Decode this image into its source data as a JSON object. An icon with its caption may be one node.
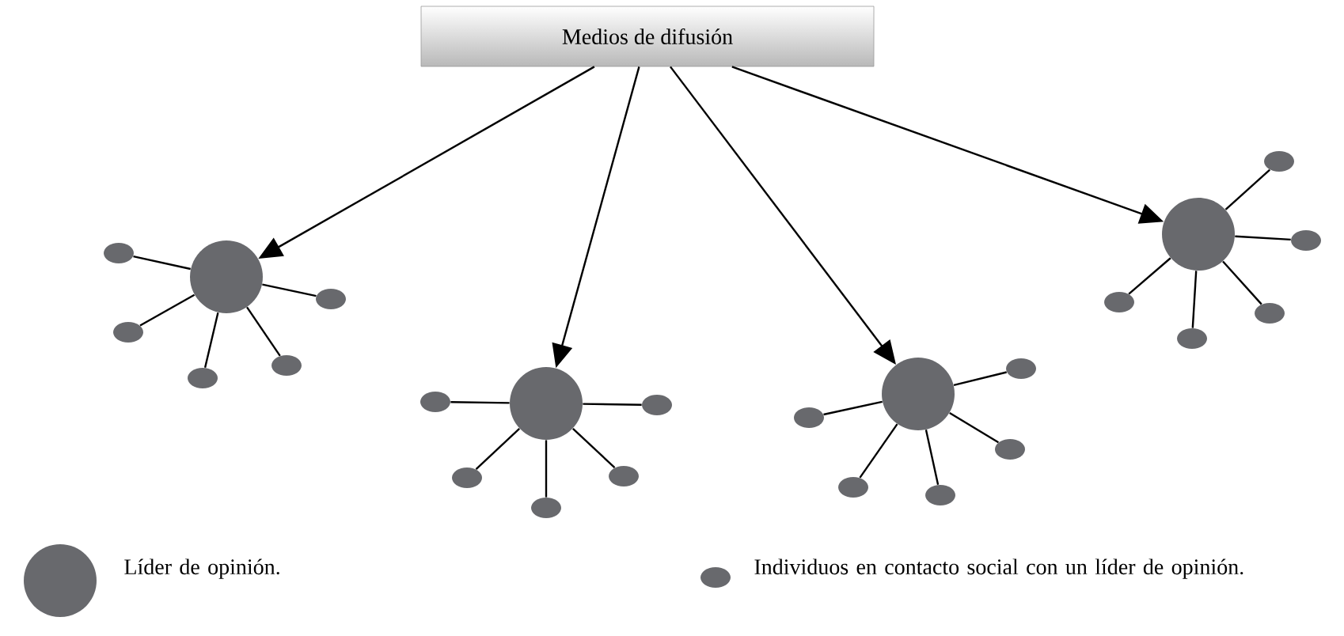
{
  "diagram": {
    "nodes": [
      {
        "text": [
          "Medios de difusión"
        ]
      },
      {
        "text": [],
        "shape": "circle"
      },
      {
        "text": [],
        "shape": "circle"
      },
      {
        "text": [],
        "shape": "circle"
      },
      {
        "text": [],
        "shape": "circle"
      },
      {
        "text": [],
        "shape": "ellipse"
      },
      {
        "text": [],
        "shape": "ellipse"
      },
      {
        "text": [],
        "shape": "ellipse"
      },
      {
        "text": [],
        "shape": "ellipse"
      },
      {
        "text": [],
        "shape": "ellipse"
      },
      {
        "text": [],
        "shape": "ellipse"
      },
      {
        "text": [],
        "shape": "ellipse"
      },
      {
        "text": [],
        "shape": "ellipse"
      },
      {
        "text": [],
        "shape": "ellipse"
      },
      {
        "text": [],
        "shape": "ellipse"
      },
      {
        "text": [],
        "shape": "ellipse"
      },
      {
        "text": [],
        "shape": "ellipse"
      },
      {
        "text": [],
        "shape": "ellipse"
      },
      {
        "text": [],
        "shape": "ellipse"
      },
      {
        "text": [],
        "shape": "ellipse"
      },
      {
        "text": [],
        "shape": "ellipse"
      },
      {
        "text": [],
        "shape": "ellipse"
      },
      {
        "text": [],
        "shape": "ellipse"
      },
      {
        "text": [],
        "shape": "ellipse"
      },
      {
        "text": [],
        "shape": "ellipse"
      }
    ],
    "edges": [
      {
        "from": 0,
        "to": 1,
        "arrow": "to"
      },
      {
        "from": 0,
        "to": 2,
        "arrow": "to"
      },
      {
        "from": 0,
        "to": 3,
        "arrow": "to"
      },
      {
        "from": 0,
        "to": 4,
        "arrow": "to"
      },
      {
        "from": 1,
        "to": 5,
        "arrow": "none"
      },
      {
        "from": 1,
        "to": 6,
        "arrow": "none"
      },
      {
        "from": 1,
        "to": 7,
        "arrow": "none"
      },
      {
        "from": 1,
        "to": 8,
        "arrow": "none"
      },
      {
        "from": 1,
        "to": 9,
        "arrow": "none"
      },
      {
        "from": 2,
        "to": 10,
        "arrow": "none"
      },
      {
        "from": 2,
        "to": 11,
        "arrow": "none"
      },
      {
        "from": 2,
        "to": 12,
        "arrow": "none"
      },
      {
        "from": 2,
        "to": 13,
        "arrow": "none"
      },
      {
        "from": 2,
        "to": 14,
        "arrow": "none"
      },
      {
        "from": 3,
        "to": 15,
        "arrow": "none"
      },
      {
        "from": 3,
        "to": 16,
        "arrow": "none"
      },
      {
        "from": 3,
        "to": 17,
        "arrow": "none"
      },
      {
        "from": 3,
        "to": 18,
        "arrow": "none"
      },
      {
        "from": 3,
        "to": 19,
        "arrow": "none"
      },
      {
        "from": 4,
        "to": 20,
        "arrow": "none"
      },
      {
        "from": 4,
        "to": 21,
        "arrow": "none"
      },
      {
        "from": 4,
        "to": 22,
        "arrow": "none"
      },
      {
        "from": 4,
        "to": 23,
        "arrow": "none"
      },
      {
        "from": 4,
        "to": 24,
        "arrow": "none"
      }
    ],
    "legend": [
      {
        "text": "Líder de opinión."
      },
      {
        "text": "Individuos en contacto social con un líder de opinión."
      }
    ]
  }
}
